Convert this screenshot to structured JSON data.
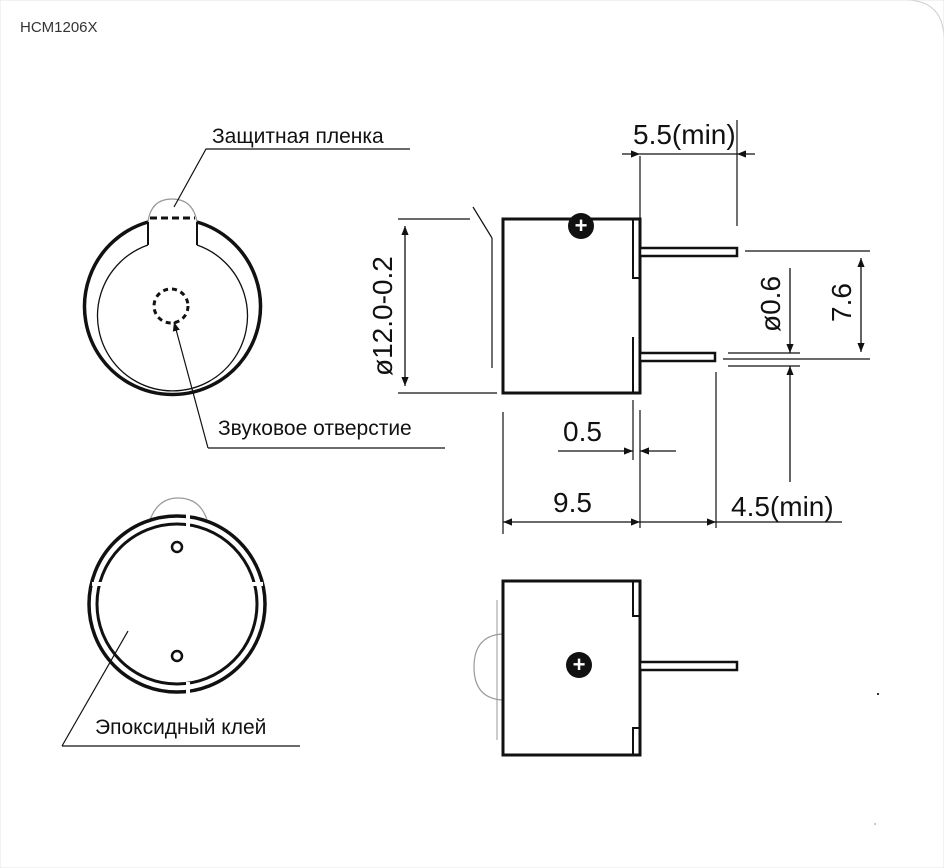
{
  "model": "HCM1206X",
  "labels": {
    "protective_film": "Защитная пленка",
    "sound_hole": "Звуковое отверстие",
    "epoxy": "Эпоксидный клей"
  },
  "dimensions": {
    "pin_length_min": "5.5(min)",
    "diameter": "ø12.0-0.2",
    "pin_diameter": "ø0.6",
    "pin_pitch": "7.6",
    "pin_offset": "0.5",
    "height": "9.5",
    "pin_extension_min": "4.5(min)"
  },
  "symbols": {
    "polarity": "+"
  }
}
